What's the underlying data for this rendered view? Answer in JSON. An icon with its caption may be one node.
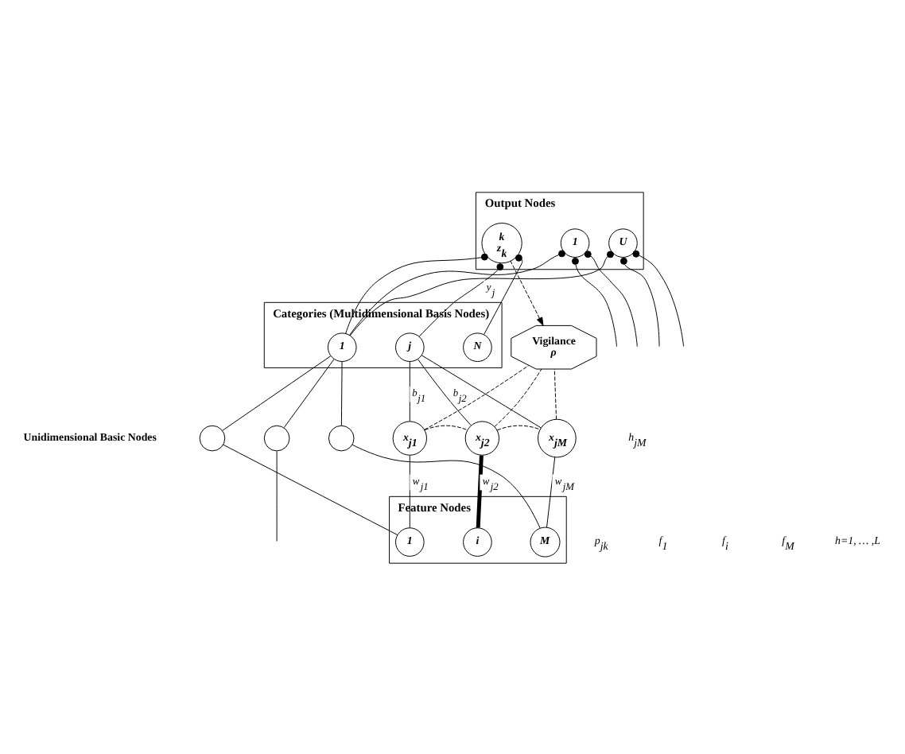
{
  "diagram": {
    "nodes": [
      {
        "text": [
          "Output Nodes"
        ]
      },
      {
        "text": [
          "1"
        ],
        "in": 0
      },
      {
        "text": [
          "k",
          "z$_{k}$"
        ],
        "in": 0
      },
      {
        "text": [
          "U"
        ],
        "in": 0
      },
      {
        "text": [
          "Categories (Multidimensional Basis Nodes)"
        ]
      },
      {
        "text": [
          "1"
        ],
        "in": 4
      },
      {
        "text": [
          "j"
        ],
        "in": 4
      },
      {
        "text": [
          "N"
        ],
        "in": 4
      },
      {
        "text": [
          "Vigilance",
          "ρ"
        ]
      },
      {
        "text": [],
        "shape": "circle"
      },
      {
        "text": [],
        "shape": "circle"
      },
      {
        "text": [],
        "shape": "circle"
      },
      {
        "text": [
          "x$_{j1}$"
        ]
      },
      {
        "text": [
          "x$_{j2}$"
        ]
      },
      {
        "text": [
          "x$_{jM}$"
        ]
      },
      {
        "text": [
          "Feature Nodes"
        ]
      },
      {
        "text": [
          "1"
        ],
        "in": 15
      },
      {
        "text": [
          "i"
        ],
        "in": 15
      },
      {
        "text": [
          "M"
        ],
        "in": 15
      }
    ],
    "edges": [
      {
        "from": 5,
        "to": 1,
        "arrow": "other"
      },
      {
        "from": null,
        "to": 1,
        "arrow": "other"
      },
      {
        "from": null,
        "to": 1,
        "arrow": "other"
      },
      {
        "from": 5,
        "to": 2,
        "arrow": "other"
      },
      {
        "from": 5,
        "to": 3,
        "arrow": "other"
      },
      {
        "from": 6,
        "to": 2,
        "arrow": "other",
        "label": "y$_{j}$"
      },
      {
        "from": 7,
        "to": 2,
        "arrow": "other"
      },
      {
        "from": null,
        "to": 3,
        "arrow": "other"
      },
      {
        "from": null,
        "to": 3,
        "arrow": "other"
      },
      {
        "from": 2,
        "to": 8,
        "arrow": "to",
        "style": "dashed"
      },
      {
        "from": 8,
        "to": 12,
        "arrow": "none",
        "style": "dashed"
      },
      {
        "from": 8,
        "to": 13,
        "arrow": "none",
        "style": "dashed"
      },
      {
        "from": 8,
        "to": 14,
        "arrow": "none",
        "style": "dashed"
      },
      {
        "from": 5,
        "to": 9,
        "arrow": "none"
      },
      {
        "from": 5,
        "to": 10,
        "arrow": "none"
      },
      {
        "from": 5,
        "to": 11,
        "arrow": "none"
      },
      {
        "from": 6,
        "to": 12,
        "arrow": "none",
        "label": "b$_{j1}$"
      },
      {
        "from": 6,
        "to": 13,
        "arrow": "none",
        "label": "b$_{j2}$"
      },
      {
        "from": 6,
        "to": 14,
        "arrow": "none"
      },
      {
        "from": 12,
        "to": 13,
        "arrow": "none",
        "style": "dashed"
      },
      {
        "from": 13,
        "to": 14,
        "arrow": "none",
        "style": "dashed"
      },
      {
        "from": 9,
        "to": 16,
        "arrow": "none"
      },
      {
        "from": 10,
        "to": null,
        "arrow": "none"
      },
      {
        "from": 11,
        "to": 18,
        "arrow": "none"
      },
      {
        "from": 12,
        "to": 16,
        "arrow": "none",
        "label": "w$_{j1}$"
      },
      {
        "from": 13,
        "to": 17,
        "arrow": "none",
        "label": "w$_{j2}$",
        "style": "thick"
      },
      {
        "from": 14,
        "to": 18,
        "arrow": "none",
        "label": "w$_{jM}$"
      }
    ],
    "labels": [
      "p$_{jk}$",
      "Unidimensional Basic Nodes",
      "h$_{jM}$",
      "f$_{1}$",
      "f$_{i}$",
      "f$_{M}$",
      "h=1, … ,L"
    ]
  }
}
